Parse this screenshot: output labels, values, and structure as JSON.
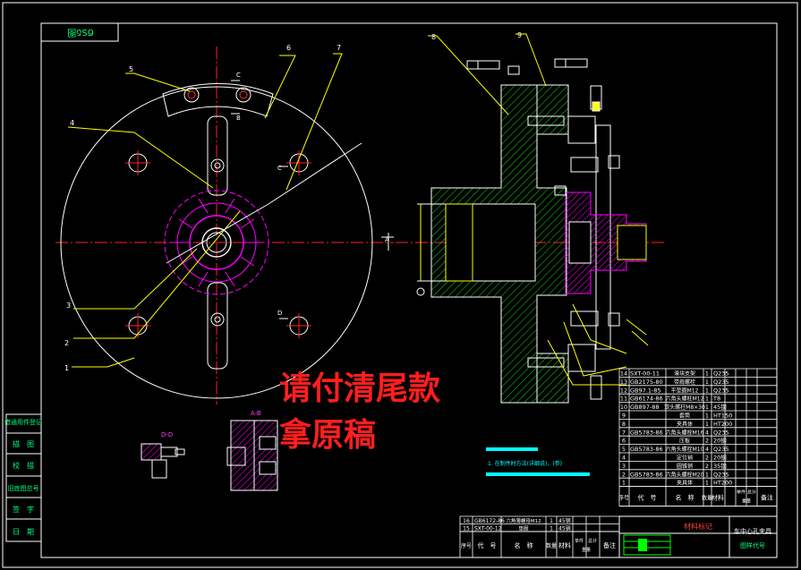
{
  "drawing": {
    "title_stamp": "ϬЅδ图",
    "watermark_line1": "请付清尾款",
    "watermark_line2": "拿原稿",
    "note_text": "1. 在制件时方法(详细说)，(参)"
  },
  "balloons": {
    "b1": "1",
    "b2": "2",
    "b3": "3",
    "b4": "4",
    "b5": "5",
    "b6": "6",
    "b7": "7",
    "b8": "8",
    "b9": "9"
  },
  "section_labels": {
    "dd": "D-D",
    "ab": "A-B",
    "a": "A",
    "b": "B",
    "c": "C",
    "d": "D"
  },
  "left_strip": {
    "rows": [
      "借通用件登记",
      "描　图",
      "校　描",
      "旧底图总号",
      "签　字",
      "日　期"
    ]
  },
  "bom": {
    "rows": [
      {
        "no": "14",
        "code": "SXT-00-11",
        "name": "滑块支架",
        "qty": "1",
        "mat": "Q235"
      },
      {
        "no": "13",
        "code": "GB2175-80",
        "name": "带肩螺栓",
        "qty": "1",
        "mat": "Q235"
      },
      {
        "no": "12",
        "code": "GB97.1-85",
        "name": "平垫圈M12",
        "qty": "1",
        "mat": "Q235"
      },
      {
        "no": "11",
        "code": "GB6174-86",
        "name": "六角头螺柱M12",
        "qty": "1",
        "mat": "T8"
      },
      {
        "no": "10",
        "code": "GB897-88",
        "name": "双头螺柱M8×30",
        "qty": "1",
        "mat": "45钢"
      },
      {
        "no": "9",
        "code": "",
        "name": "套筒",
        "qty": "1",
        "mat": "HT150"
      },
      {
        "no": "8",
        "code": "",
        "name": "夹具体",
        "qty": "1",
        "mat": "HT200"
      },
      {
        "no": "7",
        "code": "GB5783-86",
        "name": "六角头螺栓M16",
        "qty": "4",
        "mat": "Q235"
      },
      {
        "no": "6",
        "code": "",
        "name": "压板",
        "qty": "2",
        "mat": "20钢"
      },
      {
        "no": "5",
        "code": "GB5783-86",
        "name": "六角头螺栓M10",
        "qty": "4",
        "mat": "Q235"
      },
      {
        "no": "4",
        "code": "",
        "name": "定位销",
        "qty": "2",
        "mat": "20钢"
      },
      {
        "no": "3",
        "code": "",
        "name": "圆锥销",
        "qty": "2",
        "mat": "35钢"
      },
      {
        "no": "2",
        "code": "GB5783-86",
        "name": "六角头螺栓M20",
        "qty": "1",
        "mat": "Q235"
      },
      {
        "no": "1",
        "code": "",
        "name": "夹具体",
        "qty": "1",
        "mat": "HT200"
      }
    ],
    "header": {
      "no": "序号",
      "code": "代　号",
      "name": "名　称",
      "qty": "数量",
      "mat": "材料",
      "single": "单件",
      "total": "总计",
      "weight": "重量",
      "remark": "备注"
    },
    "lower_rows": [
      {
        "no": "16",
        "code": "GB6172-86",
        "name": "六角薄螺母M12",
        "qty": "1",
        "mat": "45钢"
      },
      {
        "no": "15",
        "code": "SXT-00-12",
        "name": "垫圈",
        "qty": "1",
        "mat": "45钢"
      }
    ]
  },
  "title_block": {
    "material_mark": "材料标记",
    "part_name": "车中心孔夹具",
    "drawing_no_label": "图样代号"
  },
  "colors": {
    "line": "#ffffff",
    "center": "#ff2020",
    "hatch": "#20e020",
    "cyan": "#00ffff",
    "magenta": "#ff00ff",
    "yellow": "#ffff00",
    "watermark": "#ff1e1e"
  }
}
